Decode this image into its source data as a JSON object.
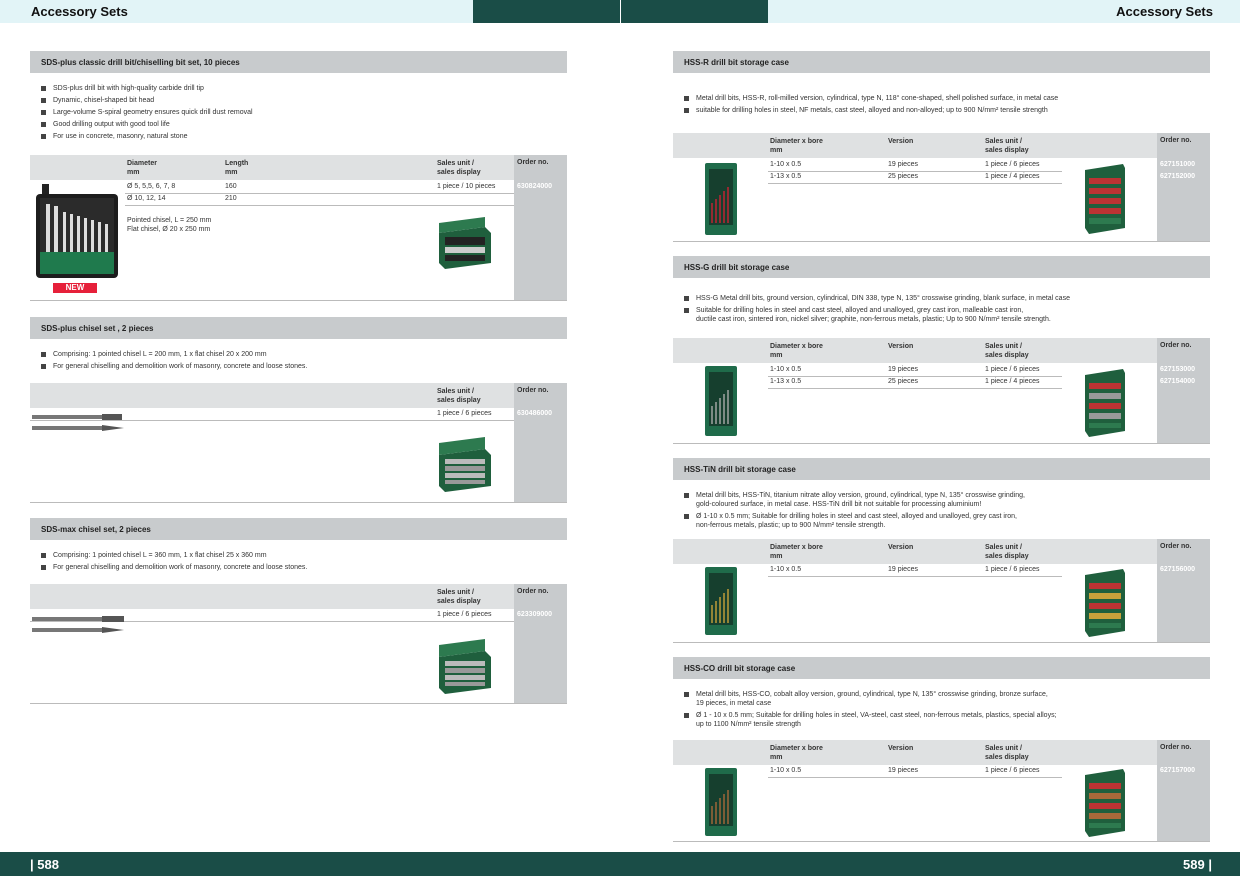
{
  "header": {
    "left_title": "Accessory Sets",
    "right_title": "Accessory Sets"
  },
  "footer": {
    "left_page": "| 588",
    "right_page": "589 |"
  },
  "left": {
    "block1": {
      "title": "SDS-plus classic drill bit/chiselling bit set, 10 pieces",
      "bullets": [
        "SDS-plus drill bit with high-quality carbide drill tip",
        "Dynamic, chisel-shaped bit head",
        "Large-volume S-spiral geometry ensures quick drill dust removal",
        "Good drilling output with good tool life",
        "For use in concrete, masonry, natural stone"
      ],
      "cols": {
        "diameter": "Diameter",
        "diameter_unit": "mm",
        "length": "Length",
        "length_unit": "mm",
        "sales": "Sales unit /",
        "sales2": "sales display",
        "order": "Order no."
      },
      "rows": [
        {
          "diameter": "Ø 5, 5,5, 6, 7, 8",
          "length": "160",
          "sales": "1 piece / 10 pieces",
          "order": "630824000"
        },
        {
          "diameter": "Ø 10, 12, 14",
          "length": "210",
          "sales": "",
          "order": ""
        }
      ],
      "note1": "Pointed chisel, L = 250 mm",
      "note2": "Flat chisel, Ø 20 x 250 mm",
      "badge": "NEW"
    },
    "block2": {
      "title": "SDS-plus chisel set , 2 pieces",
      "bullets": [
        "Comprising: 1 pointed chisel L = 200 mm, 1 x flat chisel 20 x 200 mm",
        "For general chiselling and demolition work of masonry, concrete and loose stones."
      ],
      "cols": {
        "sales": "Sales unit /",
        "sales2": "sales display",
        "order": "Order no."
      },
      "row": {
        "sales": "1 piece /  6 pieces",
        "order": "630486000"
      }
    },
    "block3": {
      "title": "SDS-max chisel set, 2 pieces",
      "bullets": [
        "Comprising: 1 pointed chisel L = 360 mm, 1 x flat chisel 25 x 360 mm",
        "For general chiselling and demolition work of masonry, concrete and loose stones."
      ],
      "cols": {
        "sales": "Sales unit /",
        "sales2": "sales display",
        "order": "Order no."
      },
      "row": {
        "sales": "1 piece /  6 pieces",
        "order": "623309000"
      }
    }
  },
  "right": {
    "cols": {
      "dia": "Diameter x bore",
      "dia_unit": "mm",
      "version": "Version",
      "sales": "Sales unit /",
      "sales2": "sales display",
      "order": "Order no."
    },
    "block1": {
      "title": "HSS-R drill bit storage case",
      "bullets": [
        "Metal drill bits, HSS-R, roll-milled version, cylindrical, type N, 118° cone-shaped, shell polished surface, in metal case",
        "suitable for drilling holes in steel, NF metals, cast steel, alloyed and non-alloyed; up to 900 N/mm² tensile strength"
      ],
      "rows": [
        {
          "dia": "1-10 x 0.5",
          "version": "19 pieces",
          "sales": "1 piece /  6 pieces",
          "order": "627151000"
        },
        {
          "dia": "1-13 x 0.5",
          "version": "25 pieces",
          "sales": "1 piece / 4 pieces",
          "order": "627152000"
        }
      ]
    },
    "block2": {
      "title": "HSS-G drill bit storage case",
      "bullets": [
        "HSS-G Metal drill bits, ground version, cylindrical, DIN 338, type N, 135° crosswise grinding, blank surface, in metal case",
        "Suitable for drilling holes in steel and cast steel, alloyed and unalloyed, grey cast iron, malleable cast iron,",
        "ductile cast iron, sintered iron, nickel silver; graphite, non-ferrous metals, plastic; Up to 900 N/mm² tensile strength."
      ],
      "rows": [
        {
          "dia": "1-10 x 0.5",
          "version": "19 pieces",
          "sales": "1 piece /  6 pieces",
          "order": "627153000"
        },
        {
          "dia": "1-13 x 0.5",
          "version": "25 pieces",
          "sales": "1 piece / 4 pieces",
          "order": "627154000"
        }
      ]
    },
    "block3": {
      "title": "HSS-TiN drill bit storage case",
      "bullets": [
        "Metal drill bits, HSS-TiN, titanium nitrate alloy version, ground, cylindrical, type N, 135° crosswise grinding,",
        "gold-coloured surface, in metal case. HSS-TiN drill bit not suitable for processing aluminium!",
        "Ø 1-10 x 0.5 mm; Suitable for drilling holes in steel and cast steel, alloyed and unalloyed, grey cast iron,",
        "non-ferrous metals, plastic; up to 900 N/mm² tensile strength."
      ],
      "rows": [
        {
          "dia": "1-10 x 0.5",
          "version": "19 pieces",
          "sales": "1 piece /  6 pieces",
          "order": "627156000"
        }
      ]
    },
    "block4": {
      "title": "HSS-CO drill bit storage case",
      "bullets": [
        "Metal drill bits, HSS-CO, cobalt alloy version, ground, cylindrical, type N, 135° crosswise grinding, bronze surface,",
        "19 pieces, in metal case",
        "Ø 1 - 10 x 0.5 mm; Suitable for drilling holes in steel, VA-steel, cast steel, non-ferrous metals, plastics, special alloys;",
        "up to 1100 N/mm² tensile strength"
      ],
      "rows": [
        {
          "dia": "1-10 x 0.5",
          "version": "19 pieces",
          "sales": "1 piece /  6 pieces",
          "order": "627157000"
        }
      ]
    }
  }
}
